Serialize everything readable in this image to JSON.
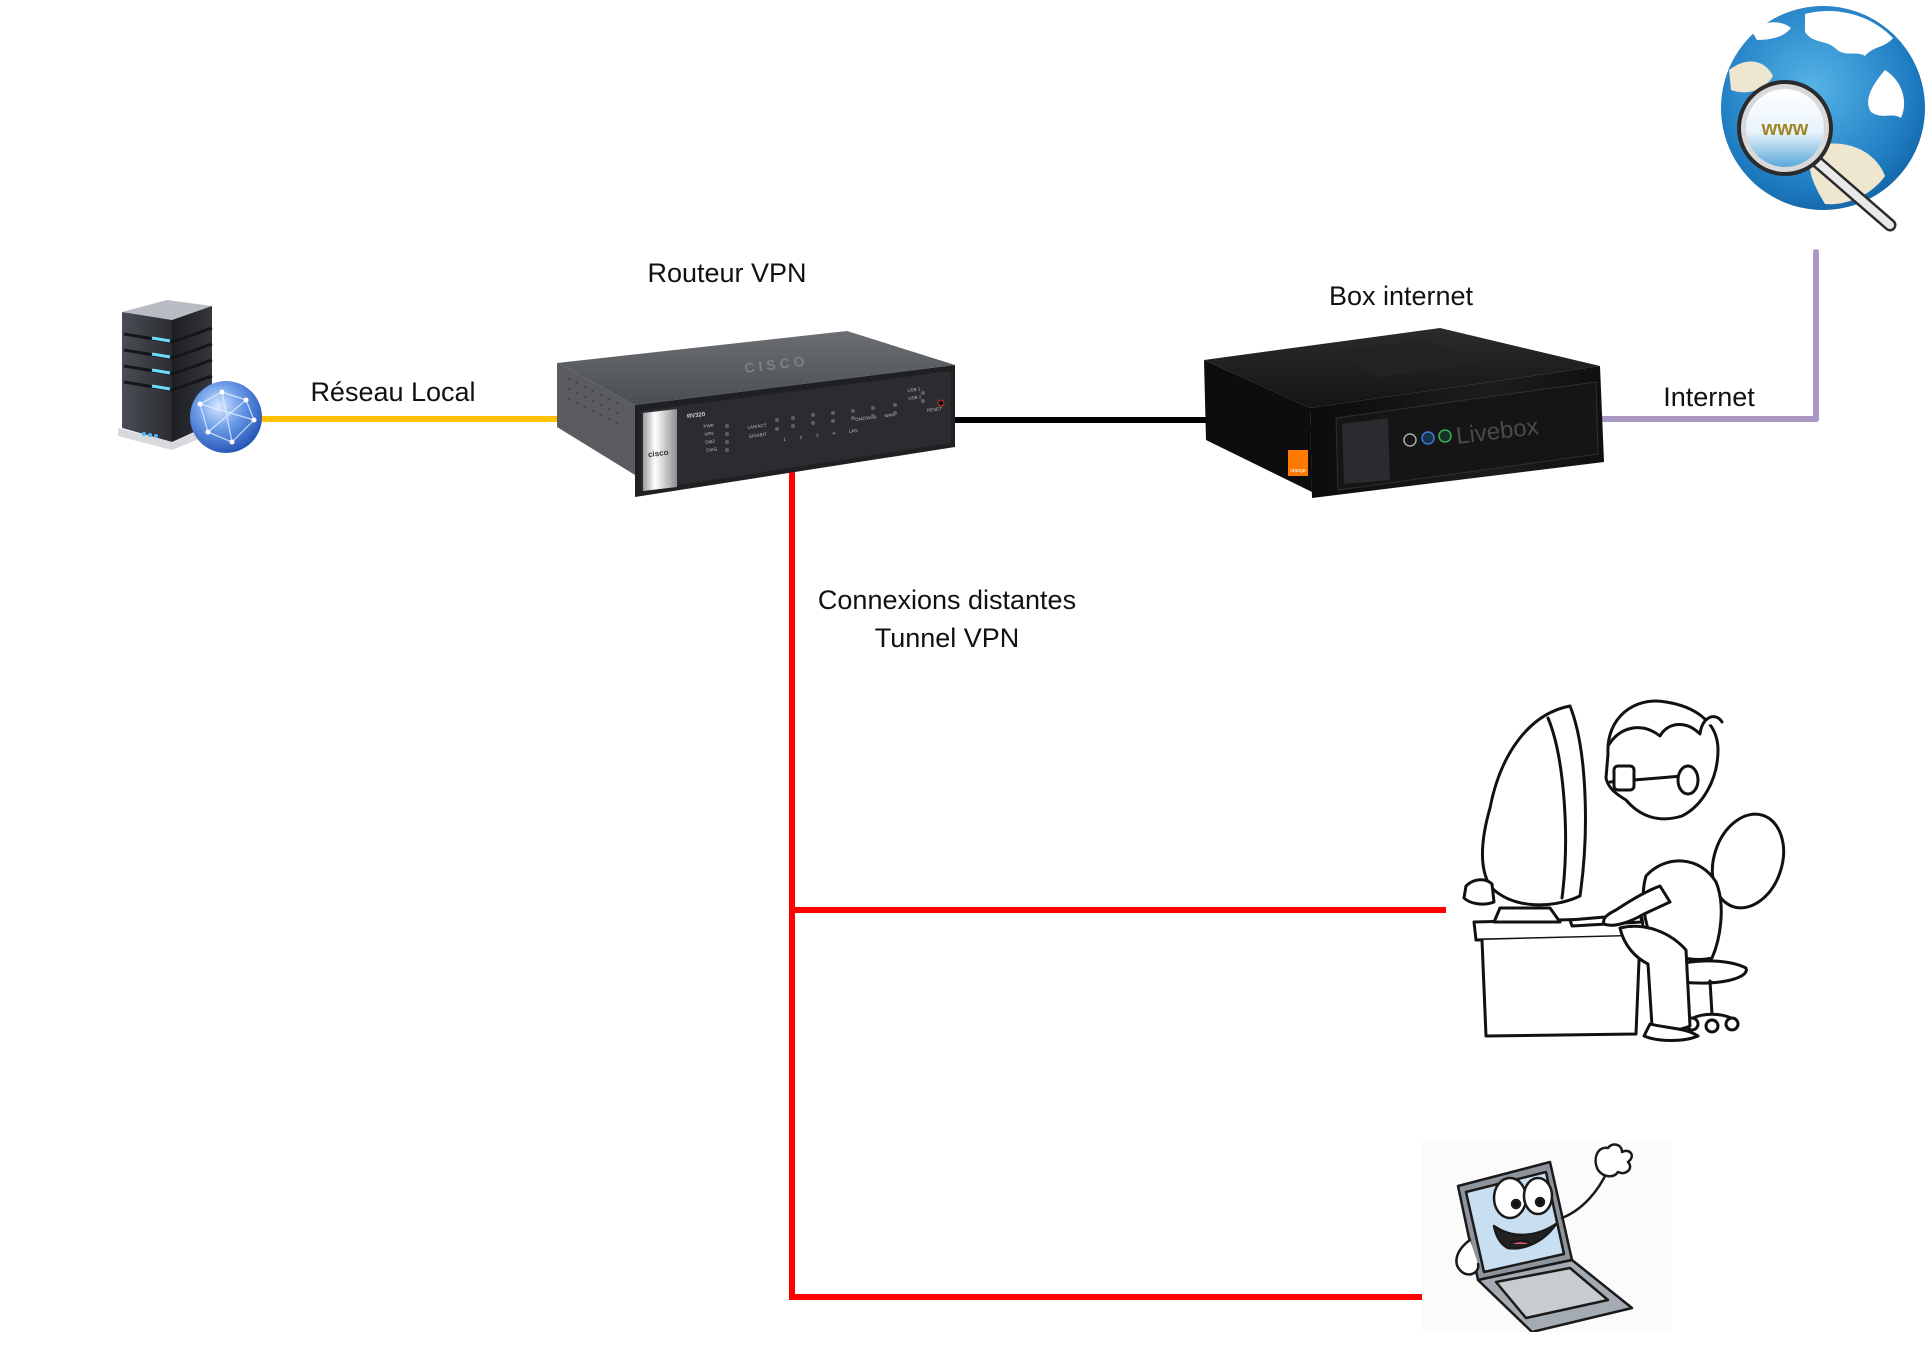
{
  "diagram": {
    "nodes": {
      "server": {
        "label": "Réseau Local",
        "icon": "server-globe-icon"
      },
      "router": {
        "label": "Routeur VPN",
        "brand": "cisco",
        "model": "RV320",
        "led_labels": [
          "PWR",
          "VPN",
          "DMZ",
          "DIAG"
        ],
        "port_labels": [
          "LAN/ACT",
          "GIGABIT"
        ],
        "lan_label": "LAN",
        "lan_ports": [
          "1",
          "2",
          "3",
          "4"
        ],
        "wan_labels": [
          "DMZ/WAN",
          "WAN"
        ],
        "usb_labels": [
          "USB 1",
          "USB 2"
        ],
        "reset_label": "RESET",
        "icon": "vpn-router-icon"
      },
      "box": {
        "label": "Box internet",
        "brand_text": "Livebox",
        "logo_text": "orange",
        "icon": "internet-box-icon"
      },
      "internet": {
        "label": "Internet",
        "badge": "www",
        "icon": "globe-magnifier-icon"
      },
      "remote_desktop": {
        "icon": "user-at-desktop-icon"
      },
      "remote_laptop": {
        "icon": "laptop-mascot-icon"
      }
    },
    "tunnel": {
      "line1": "Connexions distantes",
      "line2": "Tunnel VPN"
    },
    "links": [
      {
        "from": "server",
        "to": "router",
        "color": "#FFC000"
      },
      {
        "from": "router",
        "to": "box",
        "color": "#000000"
      },
      {
        "from": "box",
        "to": "internet",
        "color": "#A898C2"
      },
      {
        "from": "router",
        "to": "remote_desktop",
        "color": "#FF0000"
      },
      {
        "from": "router",
        "to": "remote_laptop",
        "color": "#FF0000"
      }
    ]
  }
}
